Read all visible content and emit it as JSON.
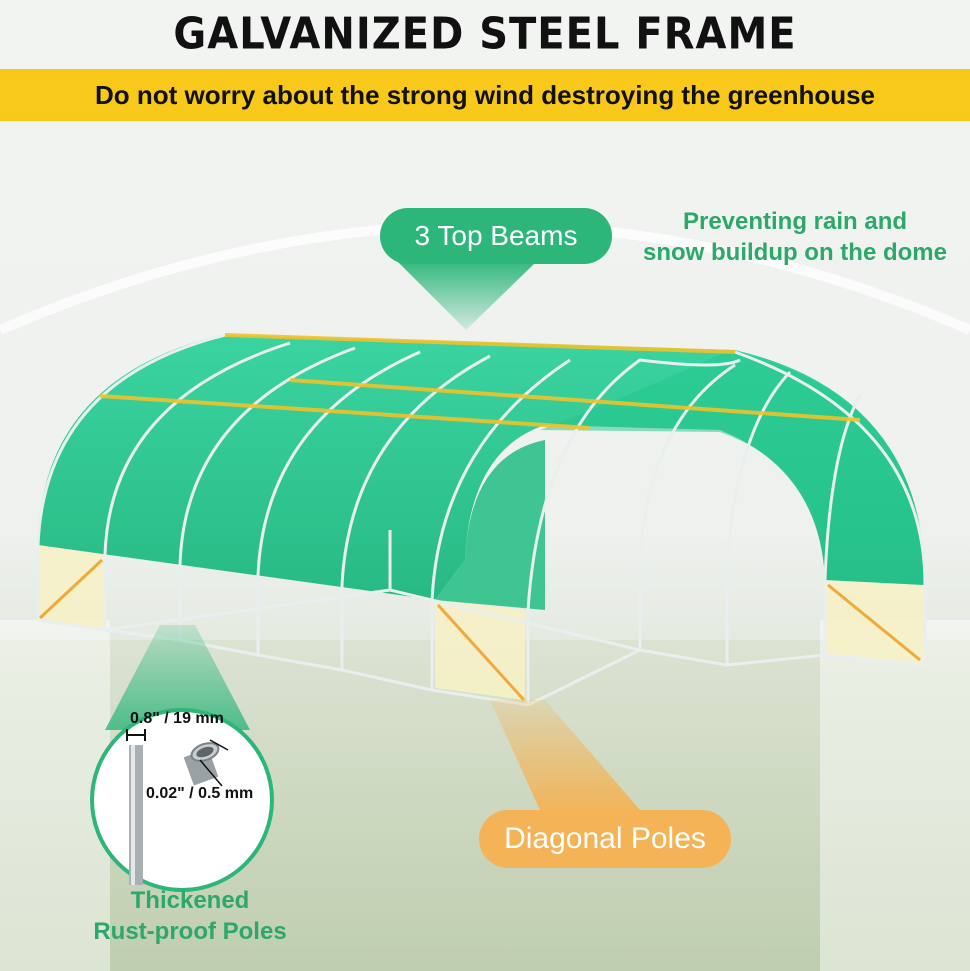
{
  "title": "GALVANIZED STEEL FRAME",
  "banner": "Do not worry about the strong wind destroying the greenhouse",
  "callouts": {
    "top_beams": "3 Top Beams",
    "rain_note_line1": "Preventing rain and",
    "rain_note_line2": "snow buildup on the dome",
    "diagonal_poles": "Diagonal Poles",
    "poles_note_line1": "Thickened",
    "poles_note_line2": "Rust-proof Poles",
    "diameter": "0.8\" / 19 mm",
    "thickness": "0.02\" / 0.5 mm"
  },
  "colors": {
    "banner": "#f8c91a",
    "green_pill": "#2cb67a",
    "orange_pill": "#f4b356",
    "green_text": "#2ca86a",
    "cover": "#1fbf84"
  }
}
